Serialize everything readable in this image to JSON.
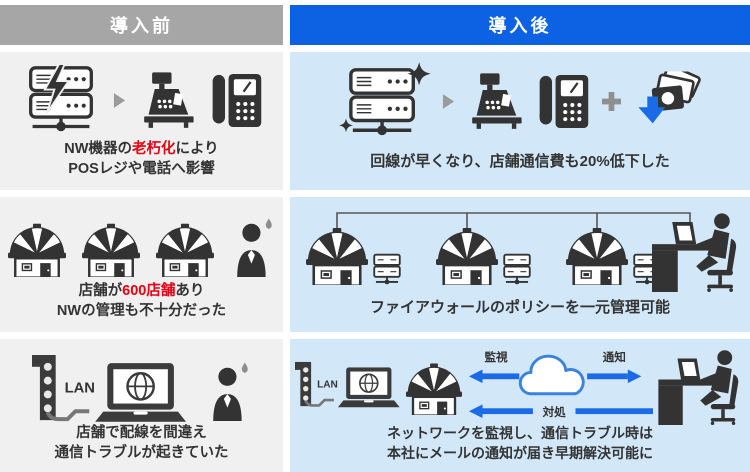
{
  "colors": {
    "header_gray": "#a6a6a6",
    "header_blue": "#0c62e2",
    "panel_gray": "#f0f0f0",
    "panel_blue": "#d2e8f9",
    "icon_dark": "#333333",
    "accent_red": "#e60012",
    "arrow_blue": "#1a6be5",
    "cloud_blue": "#3a82e0"
  },
  "headers": {
    "before": "導入前",
    "after": "導入後"
  },
  "rows": {
    "network": {
      "before": {
        "line1_pre": "NW機器の",
        "line1_highlight": "老朽化",
        "line1_post": "により",
        "line2": "POSレジや電話へ影響"
      },
      "after": {
        "line1": "回線が早くなり、店舗通信費も20%低下した"
      }
    },
    "stores": {
      "before": {
        "line1_pre": "店舗が",
        "line1_highlight": "600店舗",
        "line1_post": "あり",
        "line2": "NWの管理も不十分だった"
      },
      "after": {
        "line1": "ファイアウォールのポリシーを一元管理可能"
      }
    },
    "wiring": {
      "before": {
        "line1": "店舗で配線を間違え",
        "line2": "通信トラブルが起きていた"
      },
      "after": {
        "line1": "ネットワークを監視し、通信トラブル時は",
        "line2": "本社にメールの通知が届き早期解決可能に"
      }
    }
  },
  "labels": {
    "lan": "LAN",
    "monitor": "監視",
    "notify": "通知",
    "respond": "対処"
  }
}
